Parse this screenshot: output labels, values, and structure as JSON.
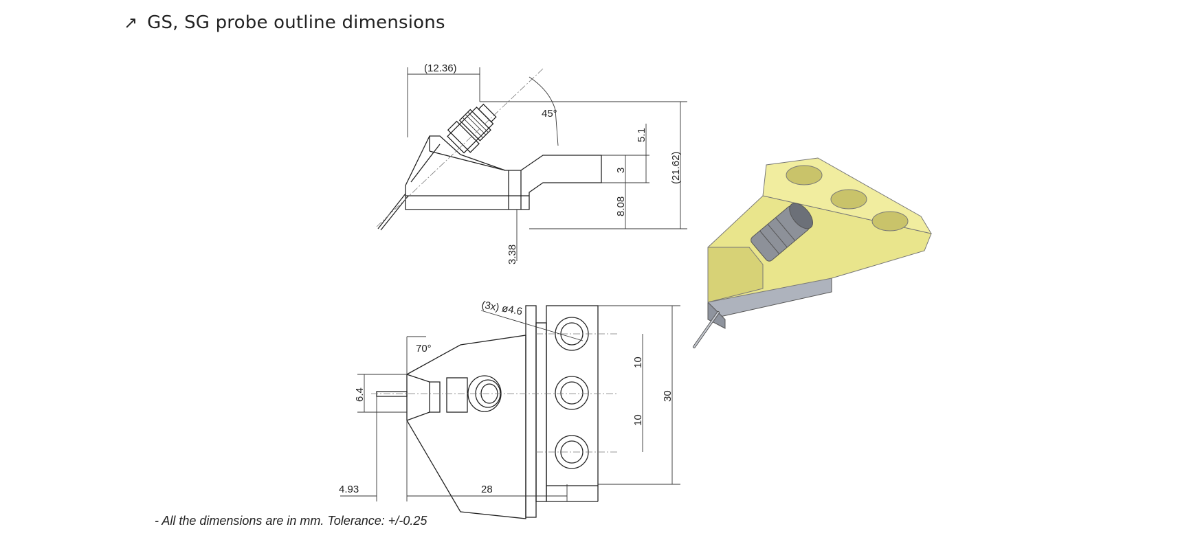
{
  "heading": {
    "icon": "arrow-up-right-icon",
    "title": "GS, SG probe outline dimensions"
  },
  "side_view": {
    "width_top": "(12.36)",
    "angle": "45°",
    "tip_height": "5.1",
    "tip_thickness": "3",
    "total_height": "(21.62)",
    "body_height": "8.08",
    "base_offset": "3.38"
  },
  "top_view": {
    "holes": "(3x) ø4.6",
    "cone_angle": "70°",
    "tip_width": "6.4",
    "pitch_upper": "10",
    "pitch_lower": "10",
    "overall_width": "30",
    "tip_length": "4.93",
    "body_length": "28"
  },
  "footnote": "- All the dimensions are in mm. Tolerance: +/-0.25",
  "colors": {
    "body": "#e9e58c",
    "body_dark": "#c9c36a",
    "base": "#aeb3bd",
    "line": "#222222"
  }
}
